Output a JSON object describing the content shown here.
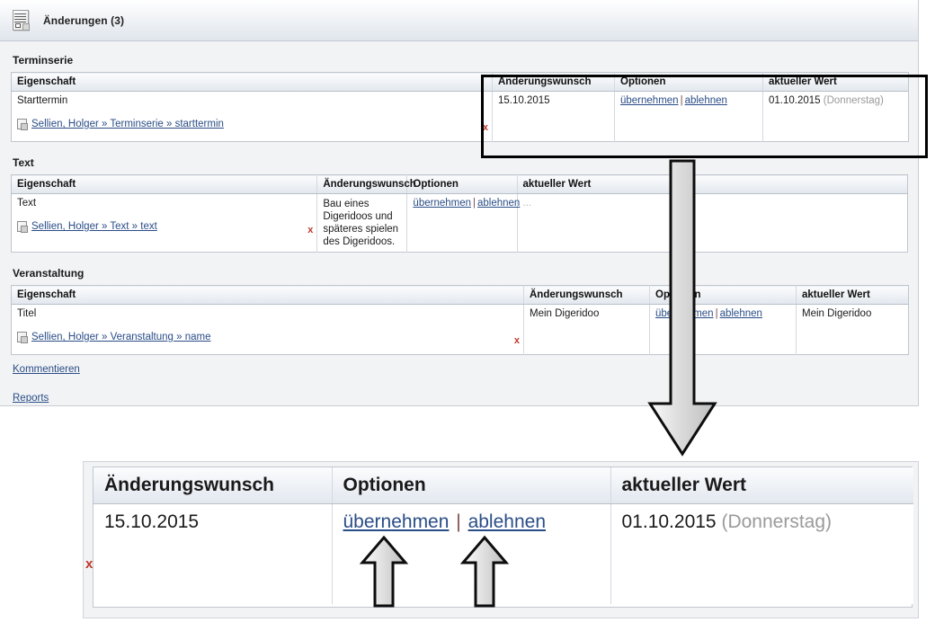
{
  "header": {
    "icon": "document-changes-icon",
    "title": "Änderungen (3)"
  },
  "sections": [
    {
      "name": "terminserie",
      "title": "Terminserie",
      "columns": [
        "Eigenschaft",
        "Änderungswunsch",
        "Optionen",
        "aktueller Wert"
      ],
      "row": {
        "property": "Starttermin",
        "crumb": "Sellien, Holger  » Terminserie » starttermin",
        "change_request": "15.10.2015",
        "options": {
          "accept": "übernehmen",
          "separator": "|",
          "reject": "ablehnen"
        },
        "current_value": "01.10.2015",
        "current_value_note": "(Donnerstag)",
        "delete_marker": "x"
      }
    },
    {
      "name": "text",
      "title": "Text",
      "columns": [
        "Eigenschaft",
        "Änderungswunsch",
        "Optionen",
        "aktueller Wert"
      ],
      "row": {
        "property": "Text",
        "crumb": "Sellien, Holger  » Text » text",
        "change_request": "Bau eines Digeridoos und späteres spielen des Digeridoos.",
        "options": {
          "accept": "übernehmen",
          "separator": "|",
          "reject": "ablehnen"
        },
        "current_value": "...",
        "current_value_note": "",
        "delete_marker": "x"
      }
    },
    {
      "name": "veranstaltung",
      "title": "Veranstaltung",
      "columns": [
        "Eigenschaft",
        "Änderungswunsch",
        "Optionen",
        "aktueller Wert"
      ],
      "row": {
        "property": "Titel",
        "crumb": "Sellien, Holger  » Veranstaltung » name",
        "change_request": "Mein Digeridoo",
        "options": {
          "accept": "übernehmen",
          "separator": "|",
          "reject": "ablehnen"
        },
        "current_value": "Mein Digeridoo",
        "current_value_note": "",
        "delete_marker": "x"
      }
    }
  ],
  "footer": {
    "comment_link": "Kommentieren",
    "reports_link": "Reports"
  },
  "annotations": {
    "highlight_box_color": "#000000",
    "big_arrow": "down-arrow",
    "up_arrow_left": "up-arrow",
    "up_arrow_right": "up-arrow"
  },
  "callout": {
    "columns": [
      "Änderungswunsch",
      "Optionen",
      "aktueller Wert"
    ],
    "row": {
      "change_request": "15.10.2015",
      "options": {
        "accept": "übernehmen",
        "separator": "|",
        "reject": "ablehnen"
      },
      "current_value": "01.10.2015",
      "current_value_note": "(Donnerstag)",
      "delete_marker": "x"
    }
  }
}
